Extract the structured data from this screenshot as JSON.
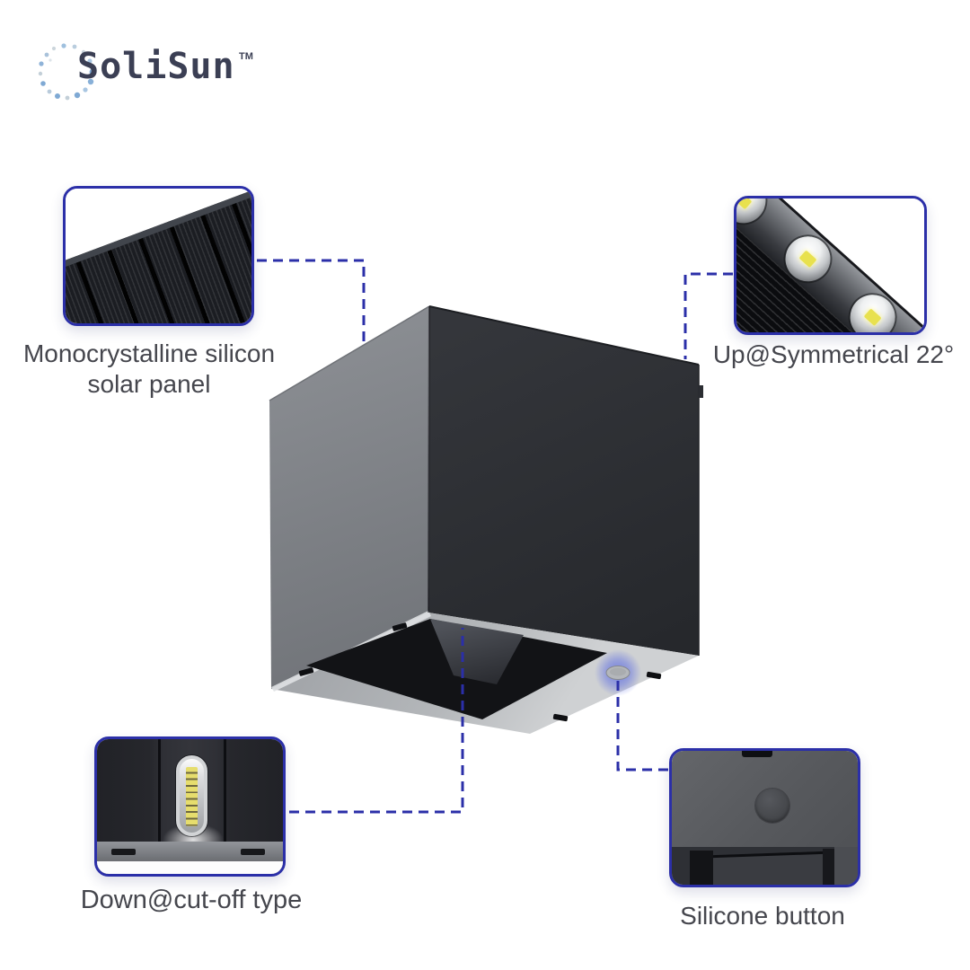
{
  "brand": {
    "name": "SoliSun",
    "trademark_symbol": "TM",
    "icon": "dotted-sun-ring-icon"
  },
  "callouts": {
    "solar_panel": {
      "label_line1": "Monocrystalline silicon",
      "label_line2": "solar panel",
      "thumbnail": "black monocrystalline solar panel close-up"
    },
    "up_light": {
      "label": "Up@Symmetrical 22°",
      "thumbnail": "upward LED strip with three lenses"
    },
    "down_light": {
      "label": "Down@cut-off type",
      "thumbnail": "downward LED bar on lamp underside"
    },
    "silicone_button": {
      "label": "Silicone button",
      "thumbnail": "round silicone button on lamp base"
    }
  },
  "colors": {
    "accent_indigo": "#2b2fa8",
    "label_text": "#45464d",
    "logo_text": "#3b3f54",
    "led_chip_yellow": "#e8e14e",
    "button_glow_blue": "#5868e2",
    "cube_left_face": "#7d8085",
    "cube_right_face": "#2c2e33"
  }
}
